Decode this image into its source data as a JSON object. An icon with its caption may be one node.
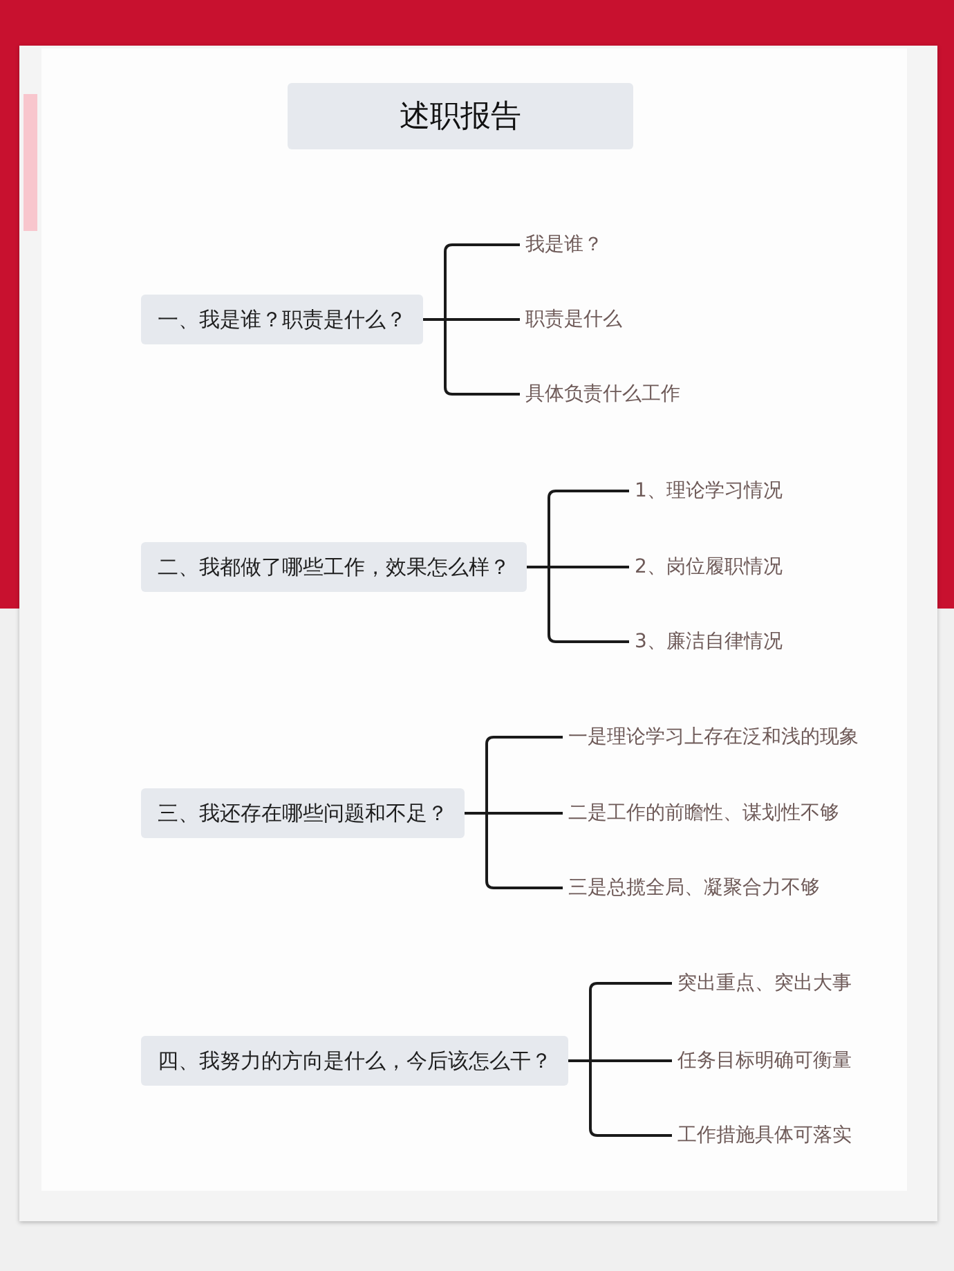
{
  "diagram": {
    "title": "述职报告",
    "nodes": [
      {
        "text": [
          "一、我是谁？职责是什么？"
        ]
      },
      {
        "text": [
          "我是谁？"
        ]
      },
      {
        "text": [
          "职责是什么"
        ]
      },
      {
        "text": [
          "具体负责什么工作"
        ]
      },
      {
        "text": [
          "二、我都做了哪些工作，效果怎么样？"
        ]
      },
      {
        "text": [
          "1、理论学习情况"
        ]
      },
      {
        "text": [
          "2、岗位履职情况"
        ]
      },
      {
        "text": [
          "3、廉洁自律情况"
        ]
      },
      {
        "text": [
          "三、我还存在哪些问题和不足？"
        ]
      },
      {
        "text": [
          "一是理论学习上存在泛和浅的现象"
        ]
      },
      {
        "text": [
          "二是工作的前瞻性、谋划性不够"
        ]
      },
      {
        "text": [
          "三是总揽全局、凝聚合力不够"
        ]
      },
      {
        "text": [
          "四、我努力的方向是什么，今后该怎么干？"
        ]
      },
      {
        "text": [
          "突出重点、突出大事"
        ]
      },
      {
        "text": [
          "任务目标明确可衡量"
        ]
      },
      {
        "text": [
          "工作措施具体可落实"
        ]
      }
    ],
    "edges": [
      {
        "from": 0,
        "to": 1,
        "arrow": "none"
      },
      {
        "from": 0,
        "to": 2,
        "arrow": "none"
      },
      {
        "from": 0,
        "to": 3,
        "arrow": "none"
      },
      {
        "from": 4,
        "to": 5,
        "arrow": "none"
      },
      {
        "from": 4,
        "to": 6,
        "arrow": "none"
      },
      {
        "from": 4,
        "to": 7,
        "arrow": "none"
      },
      {
        "from": 8,
        "to": 9,
        "arrow": "none"
      },
      {
        "from": 8,
        "to": 10,
        "arrow": "none"
      },
      {
        "from": 8,
        "to": 11,
        "arrow": "none"
      },
      {
        "from": 12,
        "to": 13,
        "arrow": "none"
      },
      {
        "from": 12,
        "to": 14,
        "arrow": "none"
      },
      {
        "from": 12,
        "to": 15,
        "arrow": "none"
      }
    ]
  }
}
